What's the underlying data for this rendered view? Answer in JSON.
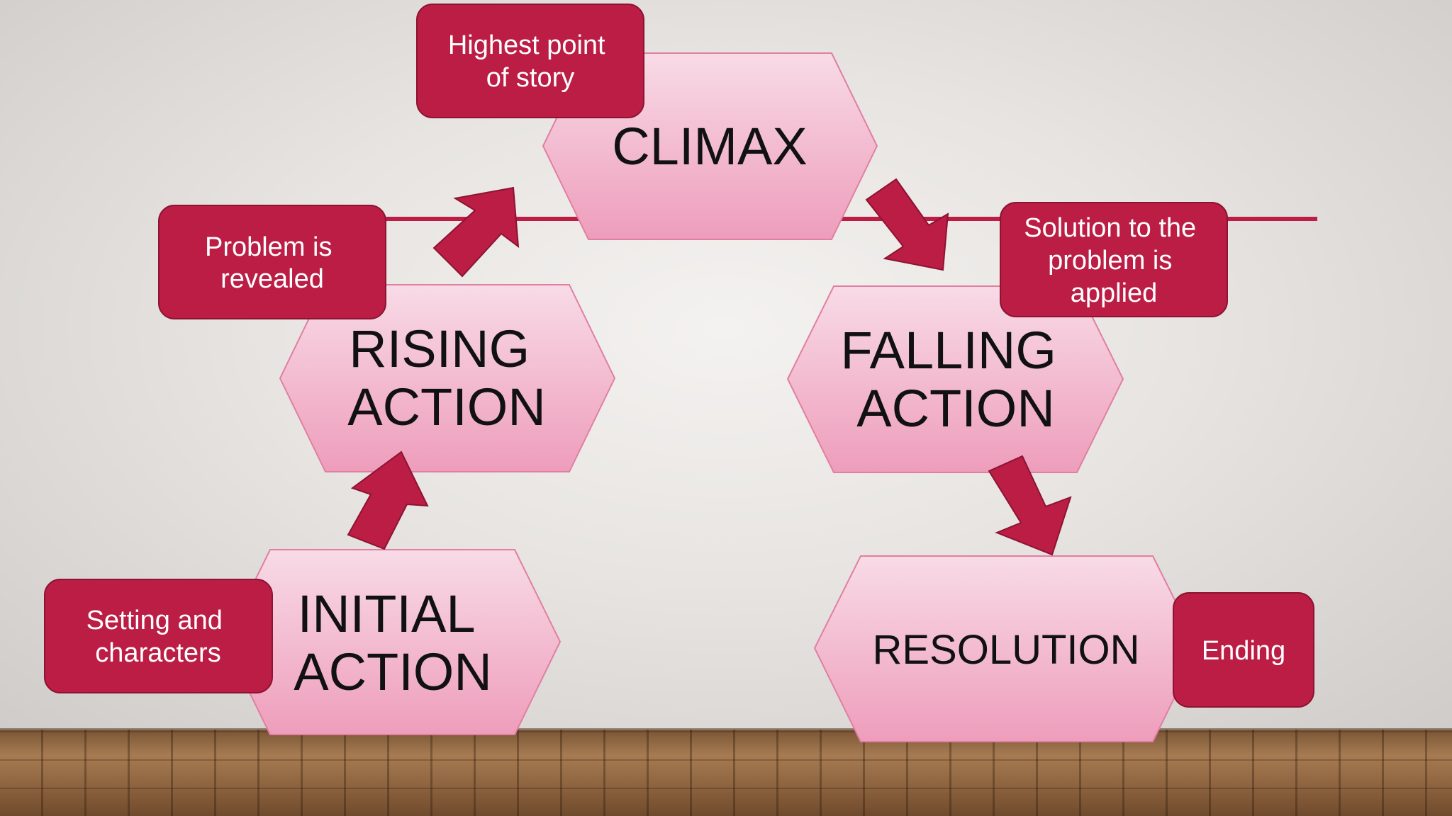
{
  "colors": {
    "hex_fill_light": "#f7d3e0",
    "hex_fill_dark": "#ee9dbb",
    "accent": "#bb1d45"
  },
  "stages": {
    "climax": {
      "lines": [
        "CLIMAX"
      ]
    },
    "rising_action": {
      "lines": [
        "RISING",
        "ACTION"
      ]
    },
    "initial_action": {
      "lines": [
        "INITIAL",
        "ACTION"
      ]
    },
    "falling_action": {
      "lines": [
        "FALLING",
        "ACTION"
      ]
    },
    "resolution": {
      "lines": [
        "RESOLUTION"
      ]
    }
  },
  "callouts": {
    "climax_note": {
      "lines": [
        "Highest point",
        "of story"
      ]
    },
    "rising_note": {
      "lines": [
        "Problem is",
        "revealed"
      ]
    },
    "initial_note": {
      "lines": [
        "Setting and",
        "characters"
      ]
    },
    "falling_note": {
      "lines": [
        "Solution to the",
        "problem is",
        "applied"
      ]
    },
    "resolution_note": {
      "lines": [
        "Ending"
      ]
    }
  }
}
